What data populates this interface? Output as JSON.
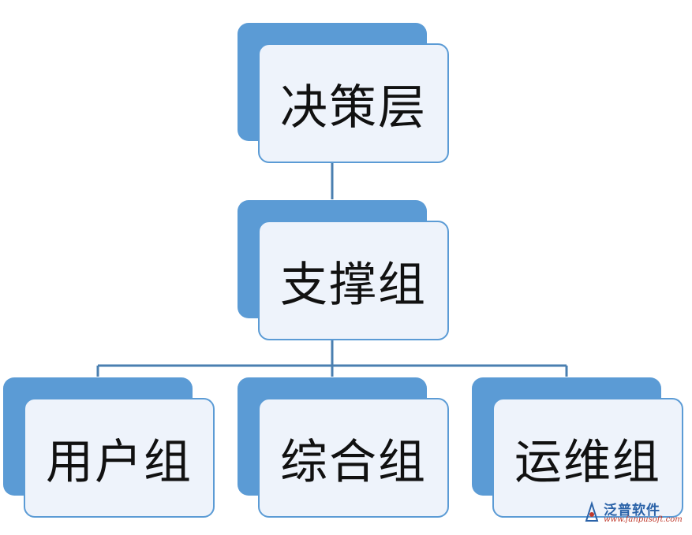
{
  "diagram": {
    "top": {
      "label": "决策层"
    },
    "middle": {
      "label": "支撑组"
    },
    "children": [
      {
        "label": "用户组"
      },
      {
        "label": "综合组"
      },
      {
        "label": "运维组"
      }
    ]
  },
  "colors": {
    "box_fill": "#eef3fb",
    "box_border": "#5b9bd5",
    "shadow": "#5b9bd5",
    "connector": "#4a7fb0"
  },
  "watermark": {
    "brand": "泛普软件",
    "url": "www.fanpusoft.com"
  }
}
